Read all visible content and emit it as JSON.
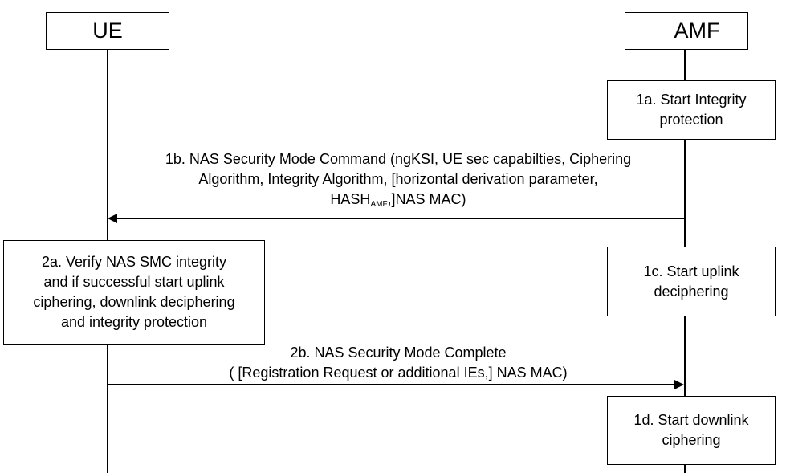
{
  "participants": {
    "ue": "UE",
    "amf": "AMF"
  },
  "steps": {
    "s1a": [
      "1a. Start Integrity",
      "protection"
    ],
    "s2a": [
      "2a. Verify NAS SMC integrity",
      "and if successful start uplink",
      "ciphering, downlink deciphering",
      "and integrity protection"
    ],
    "s1c": [
      "1c. Start uplink",
      "deciphering"
    ],
    "s1d": [
      "1d. Start downlink",
      "ciphering"
    ]
  },
  "messages": {
    "m1b": {
      "line1": "1b. NAS Security Mode Command (ngKSI, UE sec capabilties, Ciphering",
      "line2": "Algorithm, Integrity Algorithm, [horizontal derivation parameter,",
      "line3_pre": "HASH",
      "line3_sub": "AMF",
      "line3_post": ",]NAS MAC)"
    },
    "m2b": {
      "line1": "2b. NAS Security Mode Complete",
      "line2": "( [Registration Request or additional IEs,] NAS MAC)"
    }
  }
}
